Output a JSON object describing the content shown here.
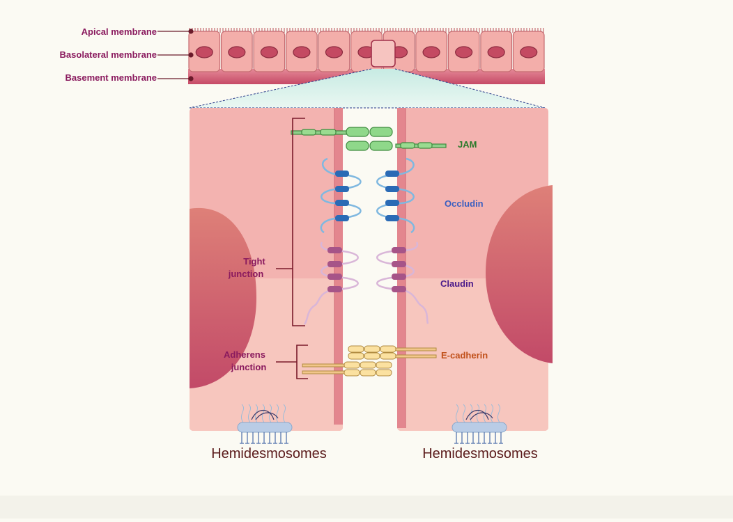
{
  "labels": {
    "apical_membrane": "Apical membrane",
    "basolateral_membrane": "Basolateral membrane",
    "basement_membrane": "Basement membrane",
    "jam": "JAM",
    "occludin": "Occludin",
    "claudin": "Claudin",
    "e_cadherin": "E-cadherin",
    "tight_junction_line1": "Tight",
    "tight_junction_line2": "junction",
    "adherens_junction_line1": "Adherens",
    "adherens_junction_line2": "junction",
    "hemidesmosomes_left": "Hemidesmosomes",
    "hemidesmosomes_right": "Hemidesmosomes"
  },
  "colors": {
    "label_purple": "#8a1a5e",
    "jam_green": "#2a7a2a",
    "occludin_blue": "#3a5fc0",
    "claudin_purple": "#4a1a8a",
    "cadherin_orange": "#c0501a",
    "hemidesmosome_brown": "#5a1a1a",
    "cell_pink": "#f3b6b2",
    "nucleus": "#c24a60"
  }
}
